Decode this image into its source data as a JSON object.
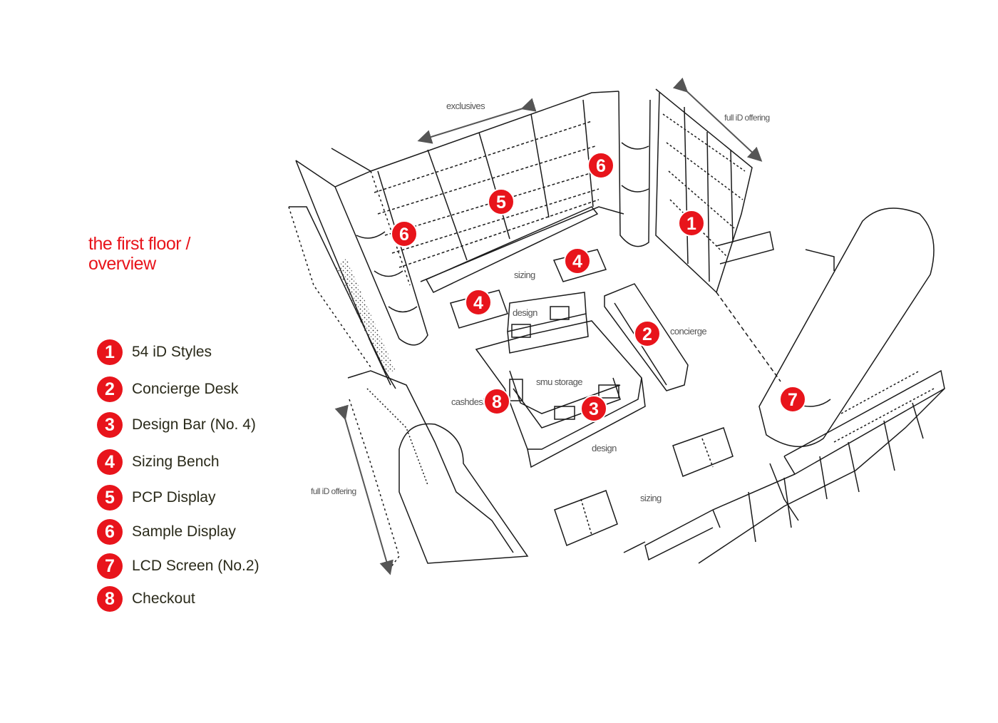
{
  "title": {
    "line1": "the first floor /",
    "line2": "overview"
  },
  "legend": [
    {
      "num": "1",
      "label": "54 iD Styles"
    },
    {
      "num": "2",
      "label": "Concierge Desk"
    },
    {
      "num": "3",
      "label": "Design Bar (No. 4)"
    },
    {
      "num": "4",
      "label": "Sizing Bench"
    },
    {
      "num": "5",
      "label": "PCP Display"
    },
    {
      "num": "6",
      "label": "Sample Display"
    },
    {
      "num": "7",
      "label": "LCD Screen (No.2)"
    },
    {
      "num": "8",
      "label": "Checkout"
    }
  ],
  "plan_labels": {
    "exclusives": "exclusives",
    "full_id_top": "full iD offering",
    "full_id_left": "full iD offering",
    "sizing_top": "sizing",
    "design_top": "design",
    "concierge": "concierge",
    "smu_storage": "smu storage",
    "cashdesk": "cashdesk",
    "design_bottom": "design",
    "sizing_bottom": "sizing"
  },
  "markers": {
    "m1": "1",
    "m2": "2",
    "m3": "3",
    "m4a": "4",
    "m4b": "4",
    "m5": "5",
    "m6a": "6",
    "m6b": "6",
    "m7": "7",
    "m8": "8"
  },
  "colors": {
    "accent": "#e8141b",
    "line": "#1a1a1a",
    "label": "#555555"
  }
}
